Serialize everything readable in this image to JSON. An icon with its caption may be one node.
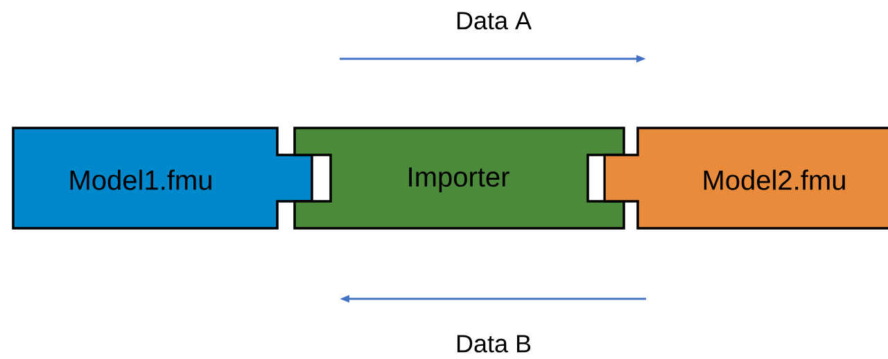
{
  "diagram": {
    "nodes": [
      {
        "text": [
          "Model1.fmu"
        ]
      },
      {
        "text": [
          "Importer"
        ]
      },
      {
        "text": [
          "Model2.fmu"
        ]
      }
    ],
    "labels": [
      "Data A",
      "Data B"
    ]
  }
}
